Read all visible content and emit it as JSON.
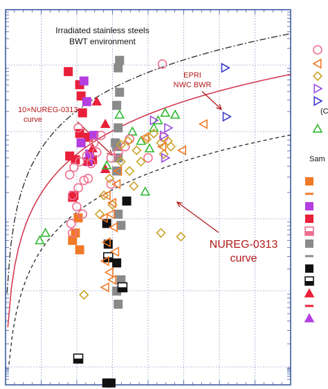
{
  "chart_data": {
    "type": "scatter",
    "title_lines": [
      "Irradiated stainless steels",
      "BWT environment"
    ],
    "xlabel": "",
    "ylabel": "",
    "xlim": [
      0,
      10
    ],
    "ylim": [
      0,
      10
    ],
    "grid": true,
    "annotations": {
      "epri": [
        "EPRI",
        "NWC BWR"
      ],
      "tenx": [
        "10×NUREG-0313",
        "curve"
      ],
      "nureg": [
        "NUREG-0313",
        "curve"
      ]
    },
    "legend_fragments": {
      "paren": "(C",
      "sam": "Sam"
    },
    "colors": {
      "red": "#e8203a",
      "magenta": "#b43ee0",
      "orange": "#f07a28",
      "gray": "#8a8a8a",
      "olive": "#c9a227",
      "green": "#2fb82f",
      "pink": "#ef6f8f",
      "blue": "#3a3ac8",
      "violet": "#9a4fe0",
      "black": "#111111",
      "curve_red": "#d23a50",
      "curve_dark": "#333333"
    },
    "series": [
      {
        "marker": "square",
        "color": "red",
        "x": [
          2.2,
          2.6,
          2.65,
          2.7,
          2.4,
          2.35,
          2.9,
          3.05,
          2.6,
          2.25,
          2.45
        ],
        "y": [
          8.35,
          8.0,
          7.7,
          7.25,
          5.05,
          5.0,
          6.6,
          6.0,
          6.7,
          6.1,
          6.0
        ]
      },
      {
        "marker": "square",
        "color": "magenta",
        "x": [
          2.75,
          2.85,
          2.65,
          2.95,
          3.1,
          2.9
        ],
        "y": [
          8.1,
          7.55,
          6.45,
          6.15,
          6.65,
          5.95
        ]
      },
      {
        "marker": "square",
        "color": "gray",
        "x": [
          4.0,
          3.95,
          4.0,
          3.9,
          3.95,
          3.85,
          3.9,
          3.95,
          3.9,
          3.95,
          4.05,
          4.05,
          3.9,
          3.95
        ],
        "y": [
          8.65,
          8.45,
          7.8,
          7.45,
          6.85,
          6.45,
          6.35,
          6.05,
          5.7,
          4.55,
          4.25,
          2.8,
          2.5,
          2.15
        ]
      },
      {
        "marker": "square",
        "color": "orange",
        "x": [
          2.55,
          2.45,
          2.35,
          2.6
        ],
        "y": [
          4.45,
          4.05,
          3.85,
          3.6
        ]
      },
      {
        "marker": "square",
        "color": "black",
        "x": [
          3.55,
          3.6,
          4.25,
          3.9,
          3.55,
          3.7
        ],
        "y": [
          4.3,
          3.75,
          4.9,
          3.25,
          0.05,
          0.05
        ]
      },
      {
        "marker": "half-square",
        "color": "black",
        "x": [
          3.6,
          4.1,
          2.55
        ],
        "y": [
          3.4,
          2.6,
          0.7
        ]
      },
      {
        "marker": "triangle",
        "color": "red",
        "x": [
          3.2,
          3.5,
          3.05,
          2.85,
          3.5
        ],
        "y": [
          7.55,
          6.95,
          6.3,
          5.95,
          5.75
        ]
      },
      {
        "marker": "triangle",
        "color": "green",
        "x": [
          4.0,
          4.45,
          4.75,
          5.05,
          5.35,
          5.2,
          5.6,
          5.95,
          3.55,
          4.9,
          1.2,
          1.4
        ],
        "y": [
          7.2,
          6.75,
          6.5,
          6.3,
          7.05,
          6.85,
          7.25,
          7.2,
          5.85,
          5.15,
          3.85,
          4.05
        ]
      },
      {
        "marker": "circle",
        "color": "pink",
        "x": [
          5.5,
          4.35,
          4.2,
          3.95,
          3.7,
          3.35,
          3.1,
          2.85,
          2.6,
          2.4,
          2.25,
          2.75,
          3.0,
          2.55,
          2.35,
          2.5,
          2.7,
          2.3,
          2.35,
          3.7,
          3.2,
          2.9,
          2.55,
          5.0,
          5.55
        ],
        "y": [
          8.55,
          6.55,
          6.35,
          6.2,
          6.05,
          6.65,
          6.45,
          6.1,
          5.95,
          5.8,
          5.6,
          5.45,
          5.9,
          5.25,
          5.05,
          4.75,
          4.55,
          4.3,
          4.05,
          5.35,
          6.2,
          5.5,
          6.85,
          6.05,
          6.6
        ]
      },
      {
        "marker": "diamond",
        "color": "olive",
        "x": [
          4.05,
          4.3,
          4.6,
          4.95,
          5.2,
          5.45,
          5.7,
          5.55,
          4.75,
          4.35,
          3.65,
          3.45,
          3.75,
          3.3,
          2.75,
          4.05,
          5.8,
          4.5
        ],
        "y": [
          6.4,
          6.5,
          6.25,
          6.55,
          6.7,
          6.45,
          6.5,
          6.15,
          5.95,
          5.7,
          5.5,
          5.05,
          4.8,
          4.55,
          2.4,
          5.95,
          6.35,
          5.3
        ]
      },
      {
        "marker": "triangle-left",
        "color": "orange",
        "x": [
          3.55,
          3.75,
          3.45,
          3.8,
          3.55,
          3.85,
          3.5,
          3.65,
          3.75,
          3.5,
          3.95,
          5.5,
          6.2,
          3.7,
          4.9,
          3.9,
          6.95
        ],
        "y": [
          5.05,
          4.85,
          4.45,
          4.2,
          3.8,
          3.55,
          3.3,
          3.0,
          2.8,
          2.6,
          5.7,
          6.35,
          6.25,
          4.55,
          6.6,
          5.35,
          6.95
        ]
      },
      {
        "marker": "triangle-right",
        "color": "violet",
        "x": [
          5.2,
          5.7,
          5.55,
          5.6
        ],
        "y": [
          7.05,
          6.85,
          6.65,
          6.05
        ]
      },
      {
        "marker": "triangle-right",
        "color": "blue",
        "x": [
          7.7,
          7.75
        ],
        "y": [
          8.45,
          7.15
        ]
      },
      {
        "marker": "diamond",
        "color": "olive",
        "x": [
          5.45,
          6.15
        ],
        "y": [
          4.05,
          3.95
        ]
      }
    ],
    "legend_markers": [
      {
        "marker": "circle",
        "color": "pink"
      },
      {
        "marker": "triangle-left",
        "color": "orange"
      },
      {
        "marker": "diamond",
        "color": "olive"
      },
      {
        "marker": "triangle-right",
        "color": "violet"
      },
      {
        "marker": "triangle-right",
        "color": "blue"
      },
      {
        "marker": "triangle",
        "color": "green"
      },
      {
        "marker": "square",
        "color": "orange"
      },
      {
        "marker": "dash",
        "color": "orange"
      },
      {
        "marker": "square",
        "color": "magenta"
      },
      {
        "marker": "square",
        "color": "red"
      },
      {
        "marker": "half-square",
        "color": "pink"
      },
      {
        "marker": "square",
        "color": "gray"
      },
      {
        "marker": "dash",
        "color": "gray"
      },
      {
        "marker": "square",
        "color": "black"
      },
      {
        "marker": "half-square",
        "color": "black"
      },
      {
        "marker": "triangle",
        "color": "red"
      },
      {
        "marker": "dash",
        "color": "red"
      },
      {
        "marker": "triangle",
        "color": "magenta"
      }
    ]
  }
}
